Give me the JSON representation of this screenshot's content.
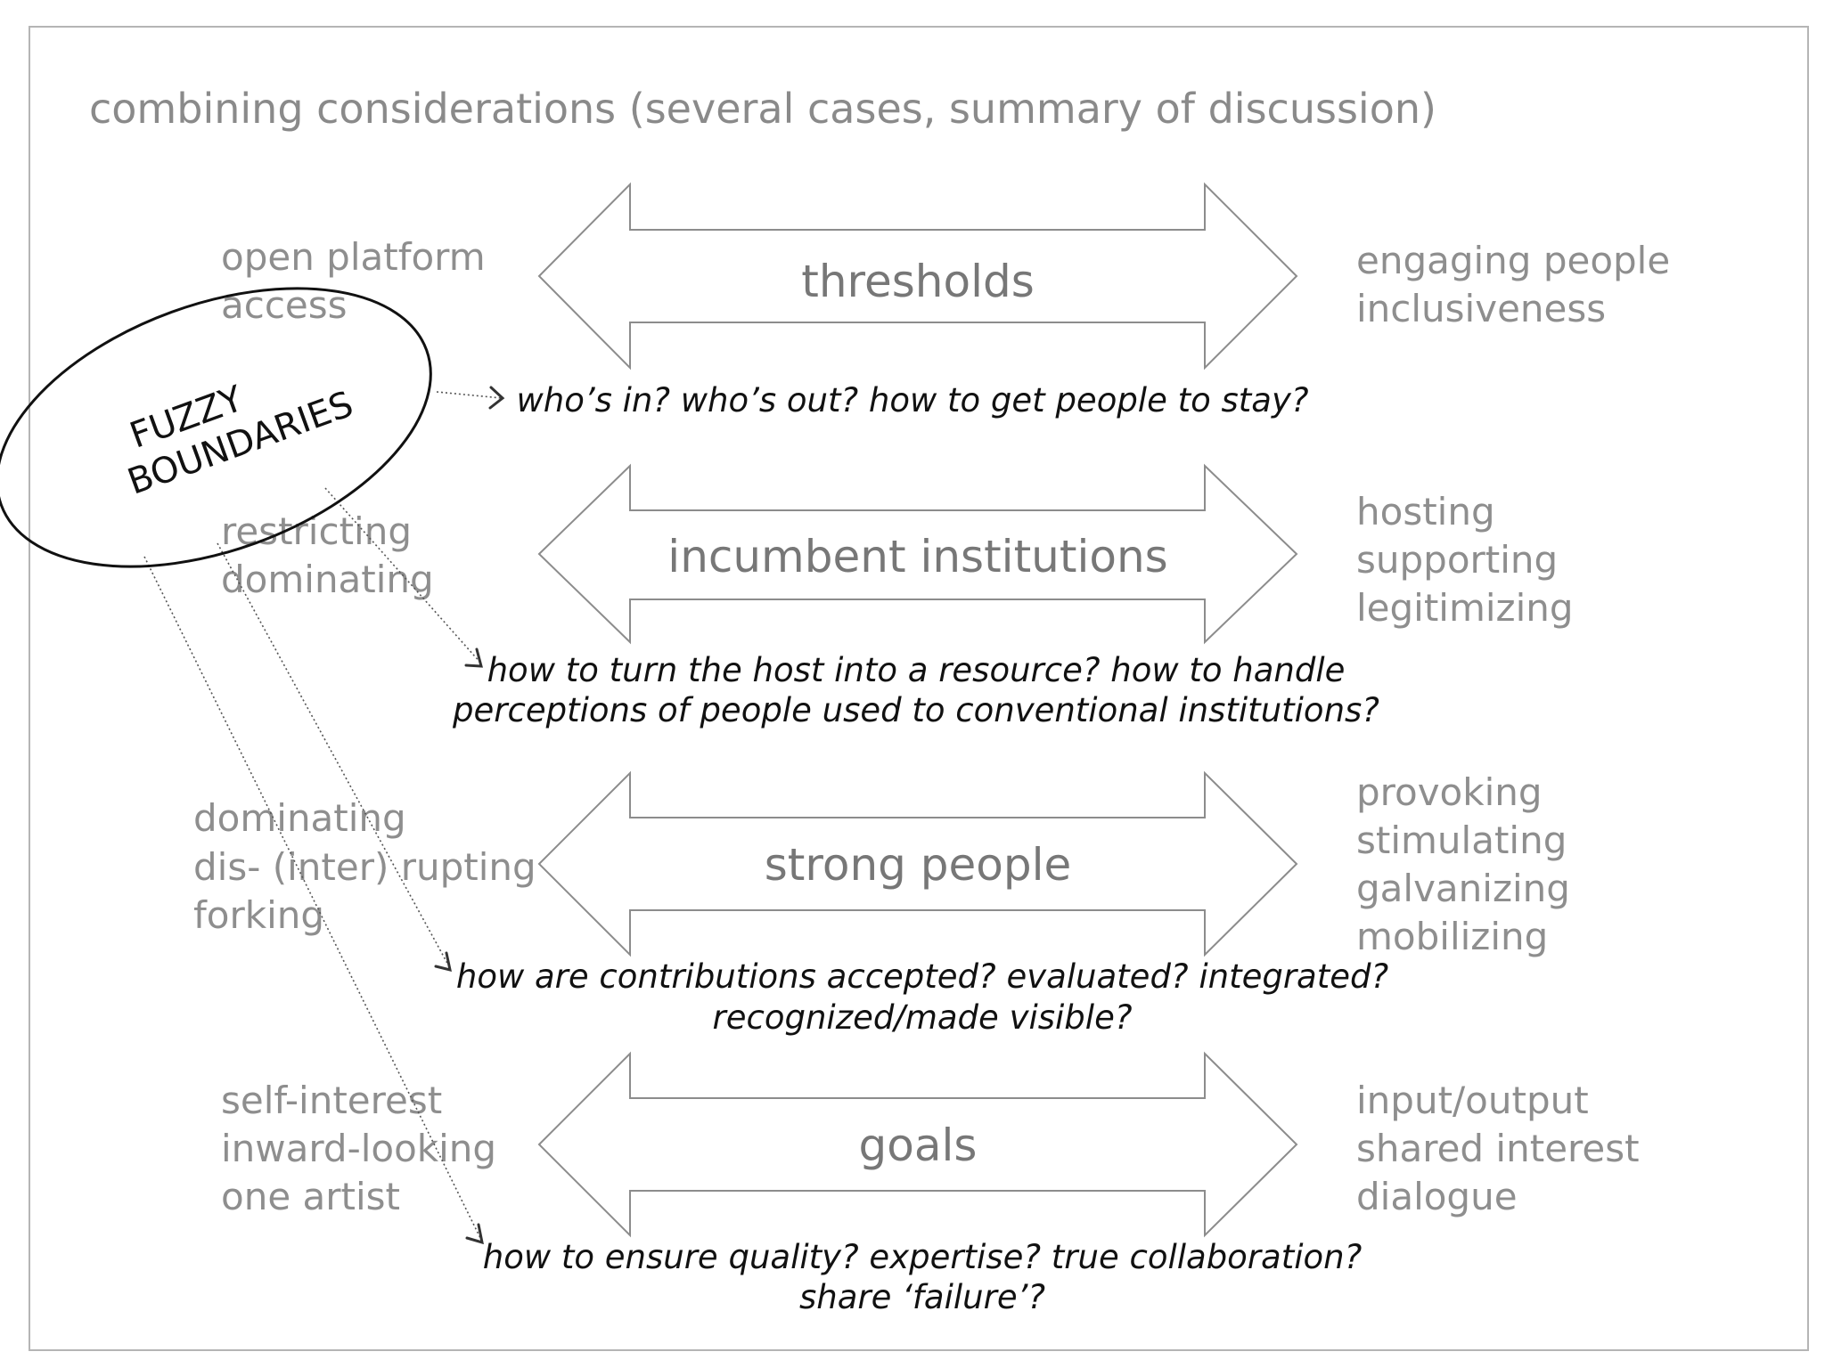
{
  "title": "combining considerations (several cases, summary of discussion)",
  "fuzzy": {
    "line1": "FUZZY",
    "line2": "BOUNDARIES"
  },
  "rows": [
    {
      "label": "thresholds",
      "left": [
        "open platform",
        "access"
      ],
      "right": [
        "engaging people",
        "inclusiveness"
      ],
      "question": [
        "who’s in? who’s out? how to get people to stay?"
      ]
    },
    {
      "label": "incumbent institutions",
      "left": [
        "restricting",
        "dominating"
      ],
      "right": [
        "hosting",
        "supporting",
        "legitimizing"
      ],
      "question": [
        "how to turn the host into a resource? how to handle",
        "perceptions of people used to conventional institutions?"
      ]
    },
    {
      "label": "strong people",
      "left": [
        "dominating",
        "dis- (inter) rupting",
        "forking"
      ],
      "right": [
        "provoking",
        "stimulating",
        "galvanizing",
        "mobilizing"
      ],
      "question": [
        "how are contributions accepted? evaluated? integrated?",
        "recognized/made visible?"
      ]
    },
    {
      "label": "goals",
      "left": [
        "self-interest",
        "inward-looking",
        "one artist"
      ],
      "right": [
        "input/output",
        "shared interest",
        "dialogue"
      ],
      "question": [
        "how to ensure quality? expertise? true collaboration?",
        "share ‘failure’?"
      ]
    }
  ]
}
